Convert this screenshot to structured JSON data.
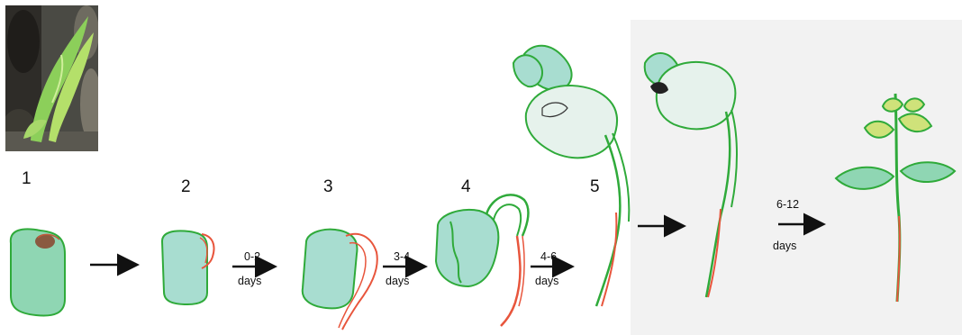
{
  "stages": [
    {
      "number": "1"
    },
    {
      "number": "2"
    },
    {
      "number": "3"
    },
    {
      "number": "4"
    },
    {
      "number": "5"
    }
  ],
  "transitions": [
    {
      "range": "0-2",
      "unit": "days"
    },
    {
      "range": "3-4",
      "unit": "days"
    },
    {
      "range": "4-6",
      "unit": "days"
    },
    {
      "range": "6-12",
      "unit": "days"
    }
  ],
  "colors": {
    "seed_fill": "#9ed9c2",
    "seed_outline": "#2faa3a",
    "root": "#e8553c",
    "leaf_green": "#7fd37a"
  }
}
